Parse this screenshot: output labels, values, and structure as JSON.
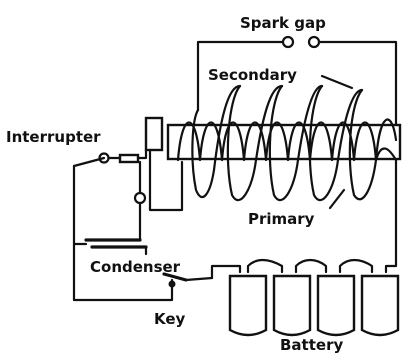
{
  "labels": {
    "spark_gap": "Spark gap",
    "secondary": "Secondary",
    "interrupter": "Interrupter",
    "primary": "Primary",
    "condenser": "Condenser",
    "key": "Key",
    "battery": "Battery"
  }
}
